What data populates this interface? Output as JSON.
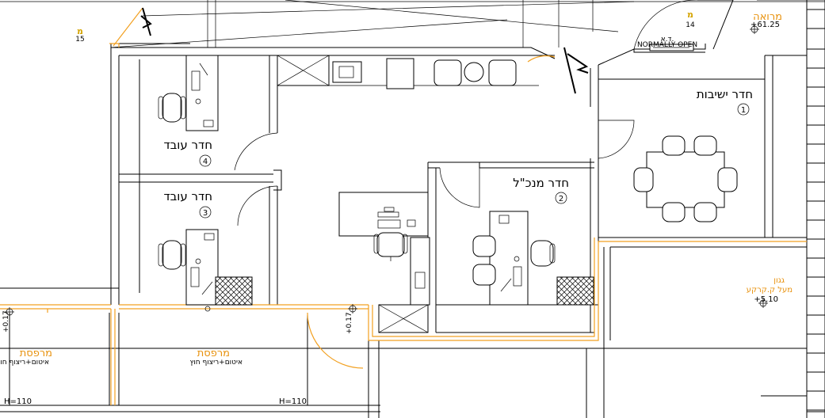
{
  "rooms": {
    "meeting": {
      "label": "חדר ישיבות",
      "num": "1"
    },
    "manager": {
      "label": "חדר מנכ\"ל",
      "num": "2"
    },
    "worker_a": {
      "label": "חדר עובד",
      "num": "3"
    },
    "worker_b": {
      "label": "חדר עובד",
      "num": "4"
    }
  },
  "labels": {
    "normally_open_top": "ד.א.",
    "normally_open": "NORMALLY OPEN",
    "entrance": "מרואה",
    "entrance_level": "+61.25",
    "roof_line1": "גגון",
    "roof_line2": "מעל ק.קרקע",
    "roof_level": "+5.10",
    "balcony_left_title": "מרפסת",
    "balcony_left_sub": "איטום+ריצוף חוץ",
    "balcony_mid_title": "מרפסת",
    "balcony_mid_sub": "איטום+ריצוף חוץ",
    "h_left": "H=110",
    "h_mid": "H=110",
    "level_left": "+0.17",
    "level_mid": "+0.17"
  },
  "markers": {
    "m15_sym": "מ",
    "m15_num": "15",
    "m14_sym": "מ",
    "m14_num": "14"
  },
  "colors": {
    "walls": "#000000",
    "annotation": "#e8910c",
    "marker": "#d4a300"
  }
}
